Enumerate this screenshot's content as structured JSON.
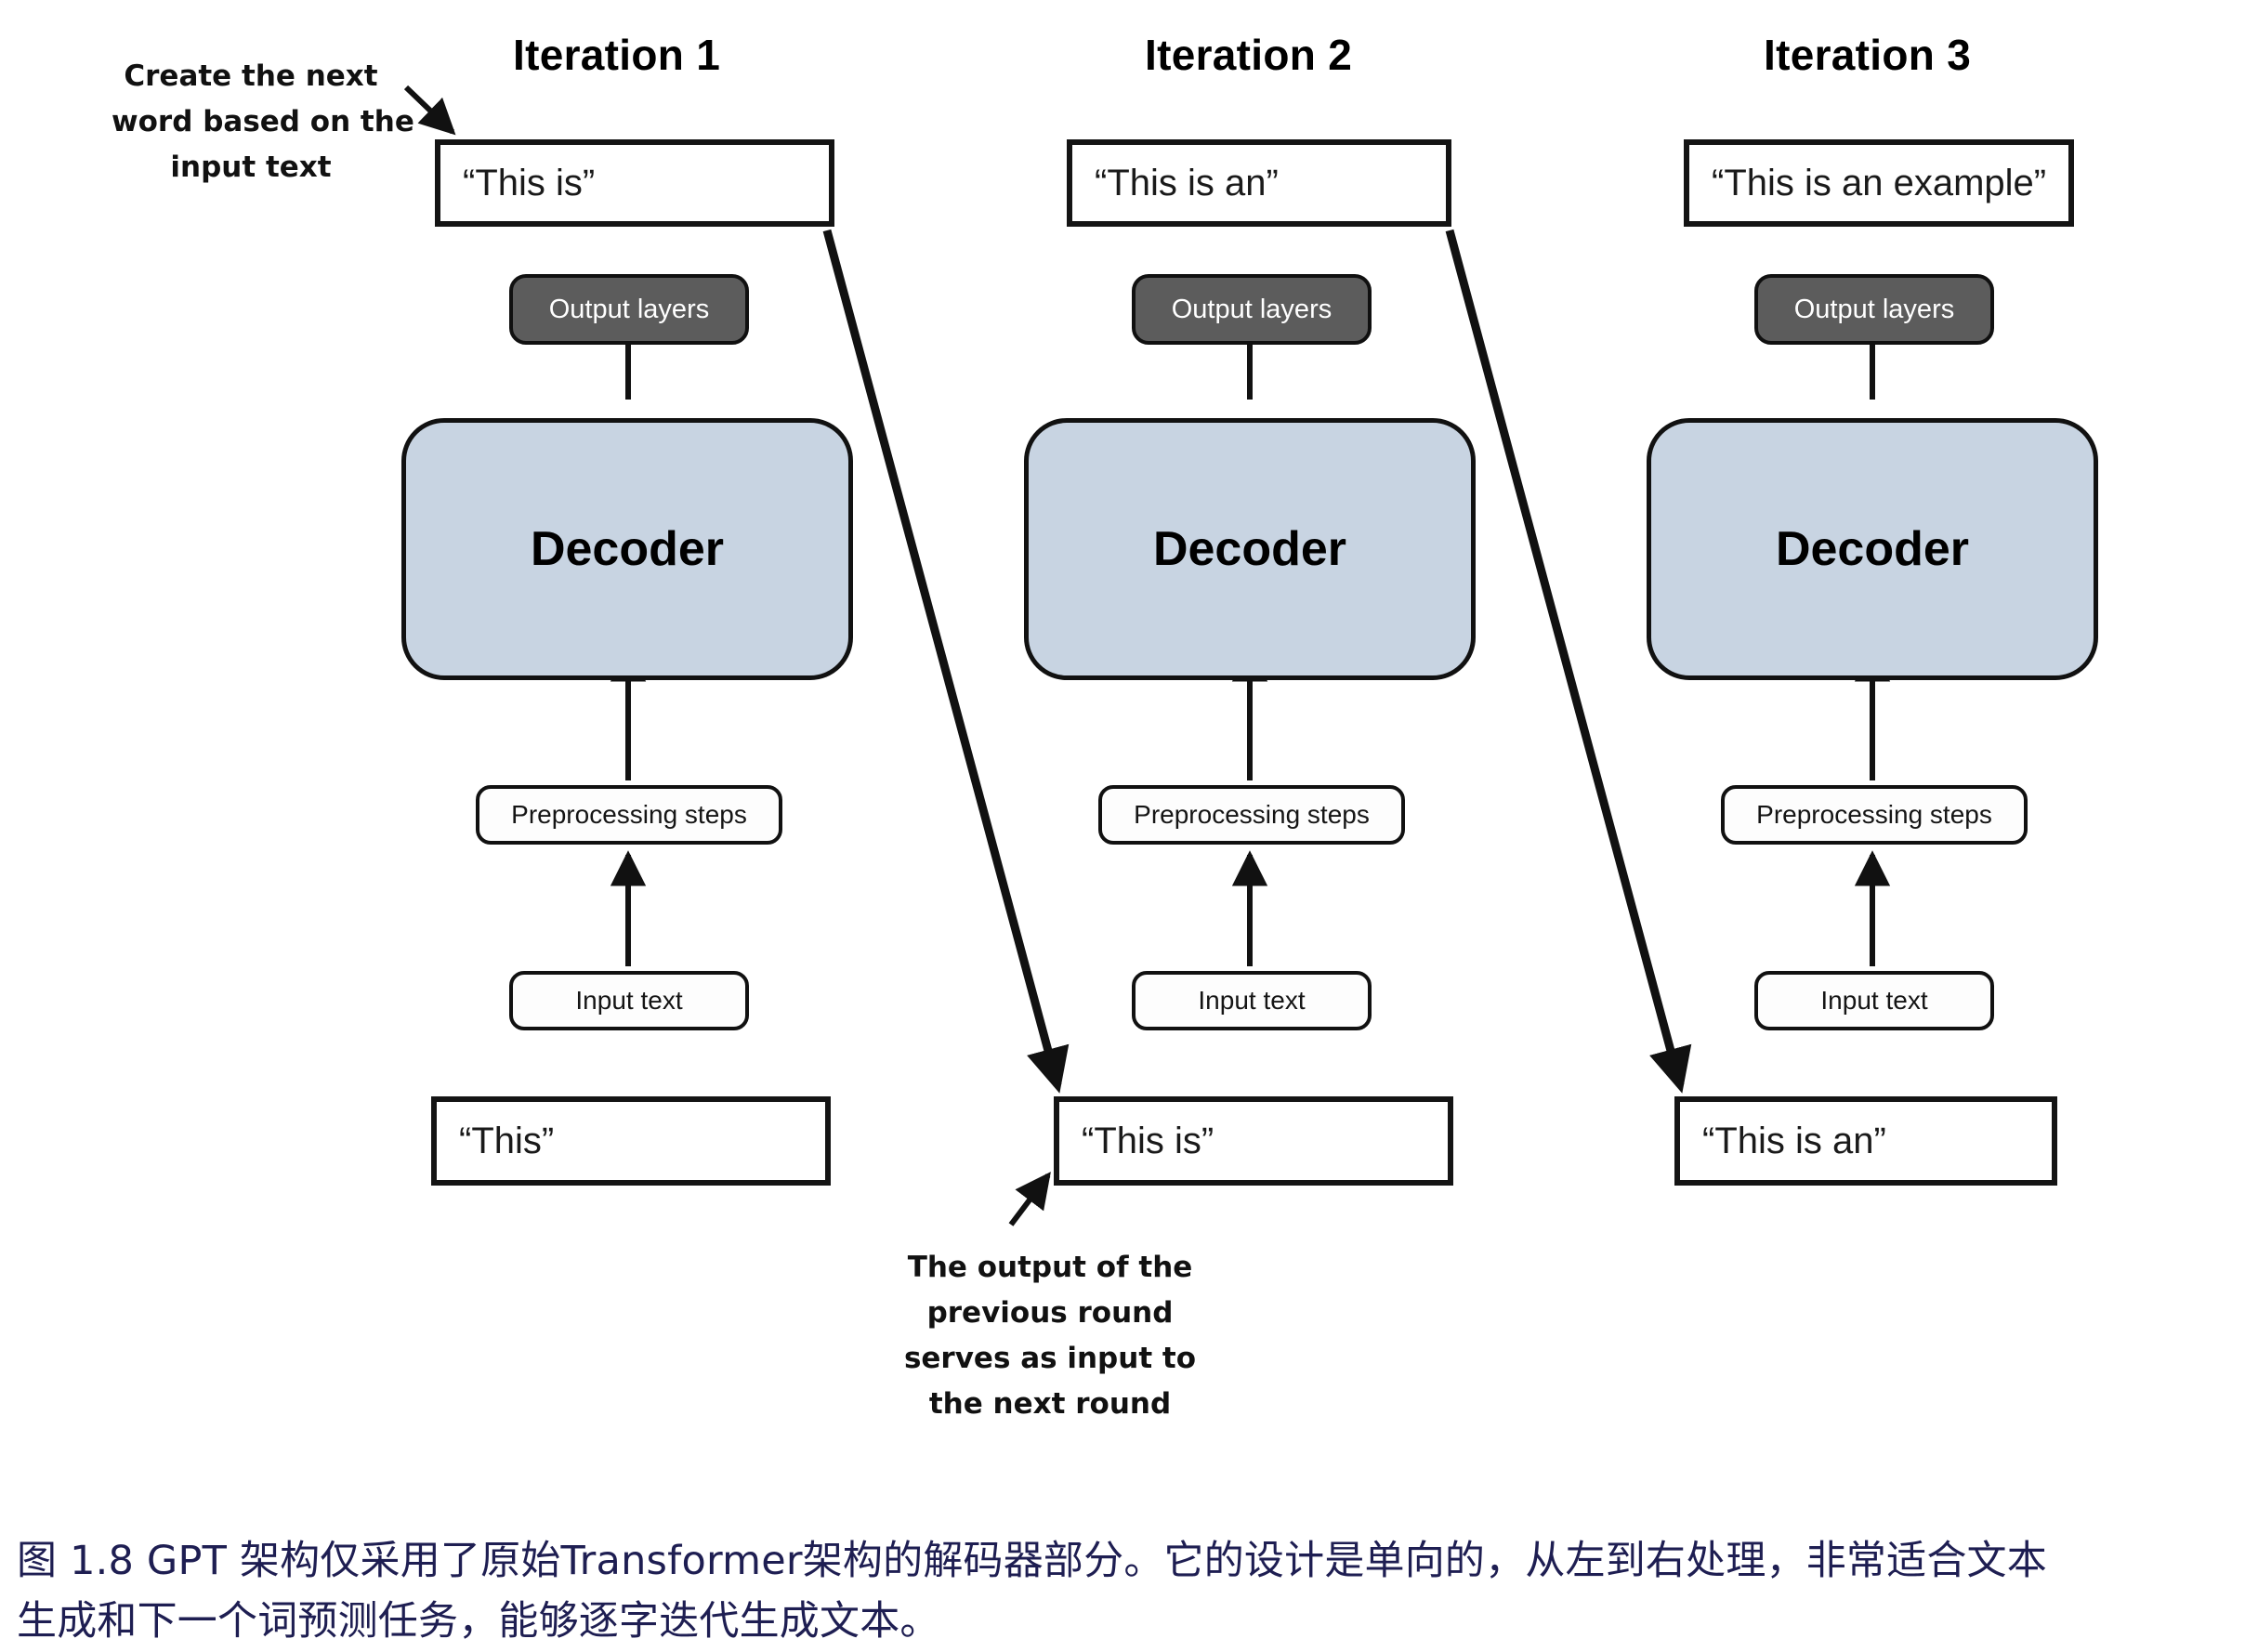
{
  "figure": {
    "columns": [
      {
        "title": "Iteration 1",
        "output_text": "“This is”",
        "output_layers": "Output layers",
        "decoder": "Decoder",
        "preprocessing": "Preprocessing steps",
        "input_text_box": "Input text",
        "input_value": "“This”"
      },
      {
        "title": "Iteration 2",
        "output_text": "“This is an”",
        "output_layers": "Output layers",
        "decoder": "Decoder",
        "preprocessing": "Preprocessing steps",
        "input_text_box": "Input text",
        "input_value": "“This is”"
      },
      {
        "title": "Iteration 3",
        "output_text": "“This is an example”",
        "output_layers": "Output layers",
        "decoder": "Decoder",
        "preprocessing": "Preprocessing steps",
        "input_text_box": "Input text",
        "input_value": "“This is an”"
      }
    ],
    "annotations": {
      "top_left": {
        "line1": "Create the next",
        "line2": "word based on the",
        "line3": "input text"
      },
      "bottom_center": {
        "line1": "The output of the",
        "line2": "previous round",
        "line3": "serves as input to",
        "line4": "the next round"
      }
    },
    "caption": {
      "line1": "图 1.8  GPT 架构仅采用了原始Transformer架构的解码器部分。它的设计是单向的，从左到右处理，非常适合文本",
      "line2": "生成和下一个词预测任务，能够逐字迭代生成文本。"
    },
    "colors": {
      "decoder_fill": "#c8d4e2",
      "output_layers_fill": "#5c5c5c",
      "border": "#111111",
      "caption_text": "#1e1e52"
    }
  }
}
